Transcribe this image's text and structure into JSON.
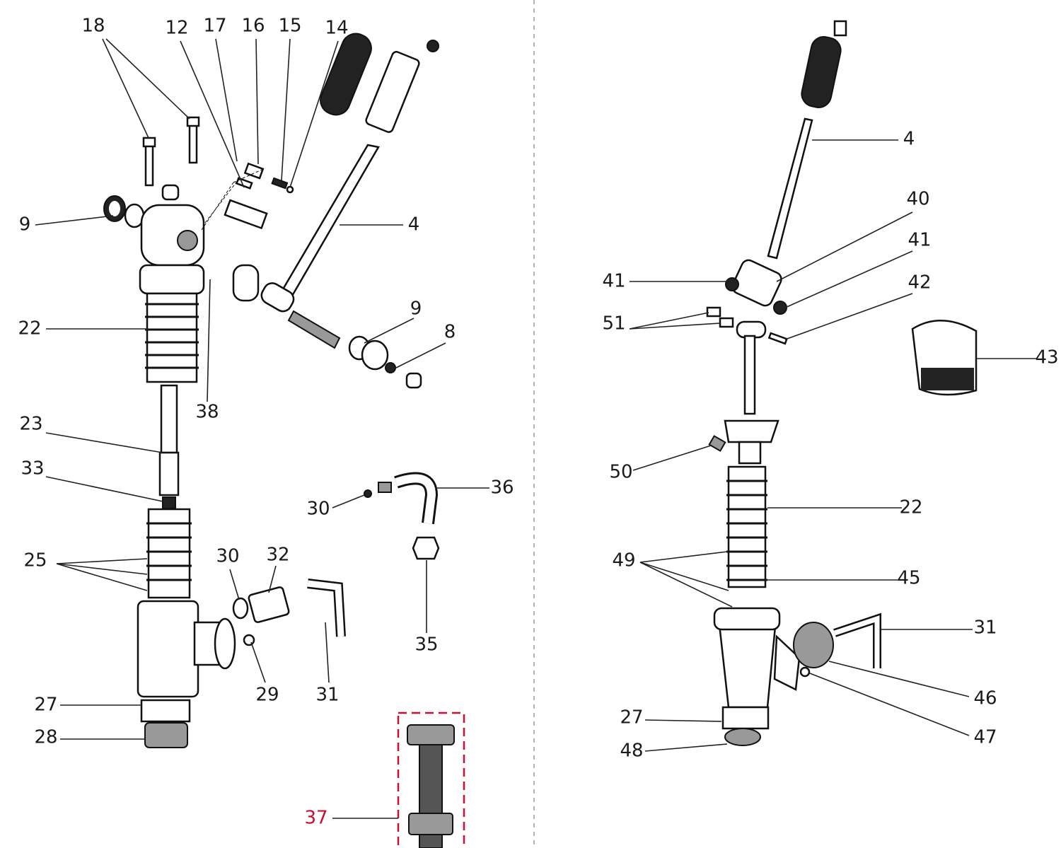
{
  "colors": {
    "ink": "#1a1a1a",
    "highlight": "#c8102e",
    "divider": "#999999"
  },
  "left_view": {
    "labels": [
      "18",
      "12",
      "17",
      "16",
      "15",
      "14",
      "9",
      "4",
      "22",
      "38",
      "9",
      "8",
      "23",
      "33",
      "30",
      "36",
      "25",
      "30",
      "32",
      "27",
      "28",
      "29",
      "31",
      "35"
    ],
    "highlight_label": "37"
  },
  "right_view": {
    "labels": [
      "4",
      "40",
      "41",
      "41",
      "42",
      "51",
      "43",
      "50",
      "22",
      "49",
      "45",
      "31",
      "46",
      "47",
      "27",
      "48"
    ]
  }
}
